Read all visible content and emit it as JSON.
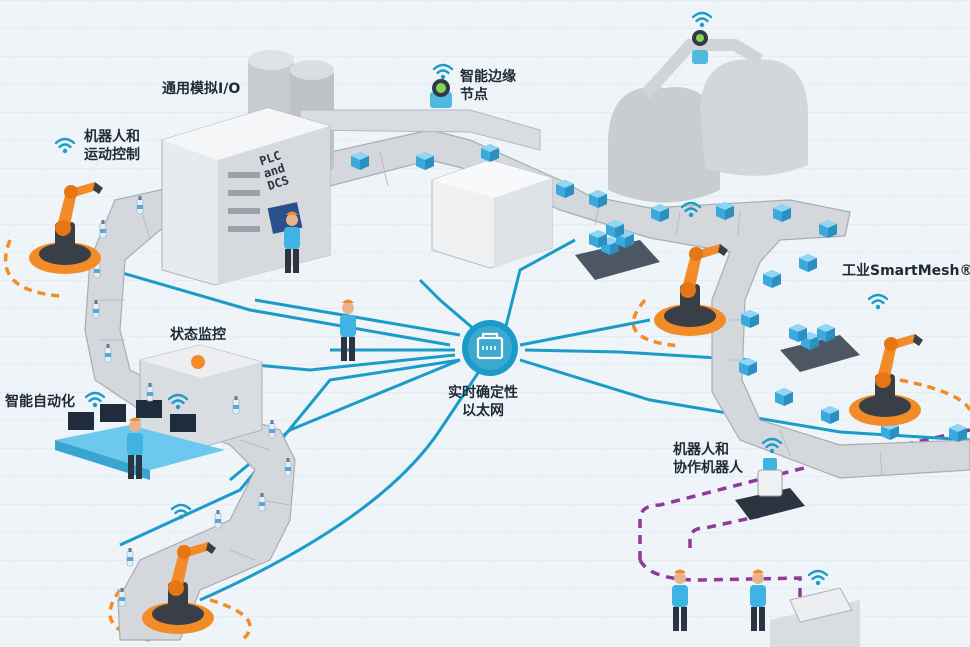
{
  "labels": {
    "analog_io": "通用模拟I/O",
    "edge_node_1": "智能边缘",
    "edge_node_2": "节点",
    "robot_motion_1": "机器人和",
    "robot_motion_2": "运动控制",
    "plc_1": "PLC",
    "plc_2": "and",
    "plc_3": "DCS",
    "condition_monitoring": "状态监控",
    "smart_automation": "智能自动化",
    "tsn_1": "实时确定性",
    "tsn_2": "以太网",
    "smartmesh": "工业SmartMesh®",
    "cobots_1": "机器人和",
    "cobots_2": "协作机器人"
  },
  "icons": [
    "wifi-icon",
    "ethernet-port-icon",
    "robot-arm-icon",
    "conveyor-icon",
    "silo-icon",
    "server-rack-icon",
    "box-icon",
    "bottle-icon"
  ],
  "colors": {
    "background": "#eef4f8",
    "network_line": "#1a9bc9",
    "robot_orange": "#f28c28",
    "conveyor_gray": "#c9ccd1",
    "box_blue": "#4db8e8",
    "cobot_path": "#8e3a96",
    "text": "#1f2a37"
  }
}
